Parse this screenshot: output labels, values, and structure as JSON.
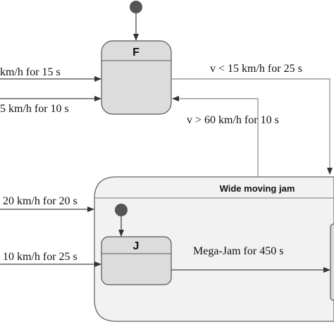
{
  "states": {
    "free_flow": {
      "name": "F"
    },
    "jam": {
      "name": "J"
    }
  },
  "region": {
    "title": "Wide moving jam"
  },
  "transitions": {
    "into_f_top": "km/h for 15 s",
    "into_f_bottom": "5 km/h for 10 s",
    "f_out_right": "v < 15 km/h for 25 s",
    "into_f_right": "v > 60 km/h for 10 s",
    "into_region_top": "20 km/h for 20 s",
    "into_j_left": "10 km/h for 25 s",
    "j_to_mega": "Mega-Jam for 450 s"
  },
  "colors": {
    "state_fill": "#dcdcdc",
    "state_stroke": "#555555",
    "region_fill": "#f2f2f2",
    "line": "#777777",
    "arrow": "#333333"
  }
}
